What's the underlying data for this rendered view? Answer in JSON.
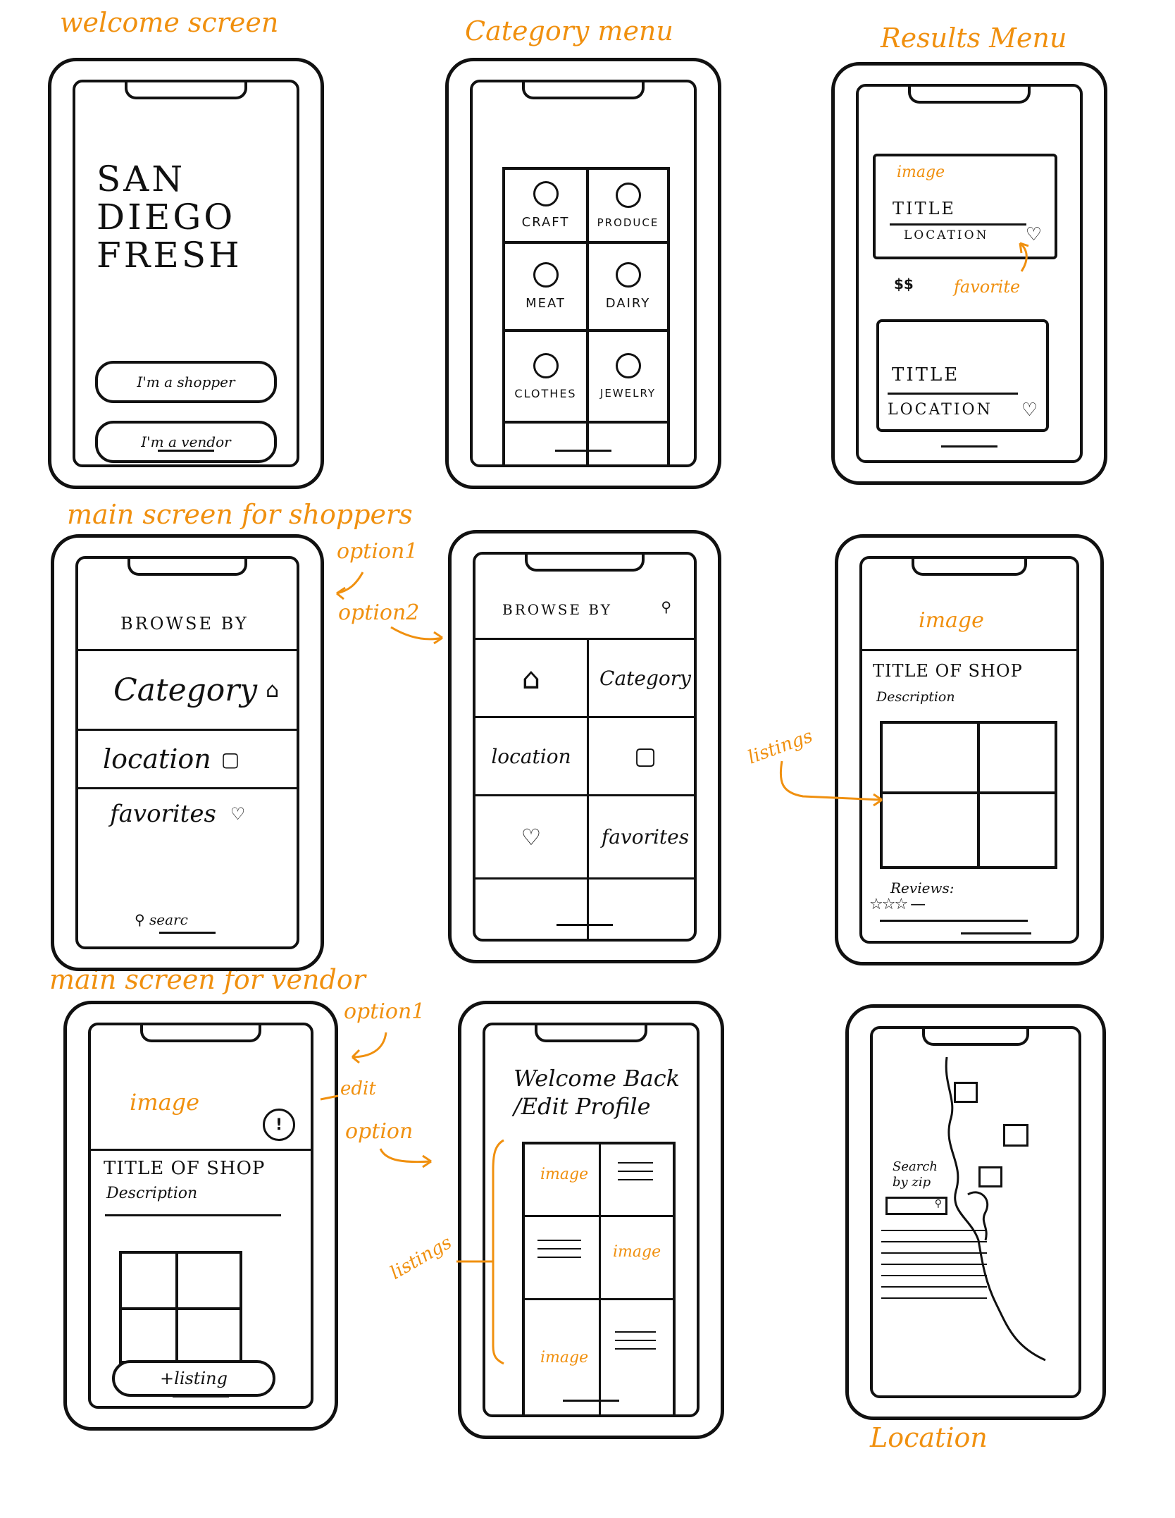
{
  "labels": {
    "welcome": "welcome screen",
    "category": "Category menu",
    "results": "Results Menu",
    "main_shoppers": "main screen for shoppers",
    "main_vendor": "main screen for vendor",
    "location": "Location"
  },
  "welcome": {
    "logo_line1": "SAN",
    "logo_line2": "DIEGO",
    "logo_line3": "FRESH",
    "shopper_button": "I'm a shopper",
    "vendor_button": "I'm a vendor"
  },
  "category": {
    "items": [
      "CRAFT",
      "PRODUCE",
      "MEAT",
      "DAIRY",
      "CLOTHES",
      "JEWELRY"
    ]
  },
  "results": {
    "image": "image",
    "title": "TITLE",
    "location": "LOCATION",
    "price": "$$",
    "favorite_note": "favorite",
    "title2": "TITLE",
    "location2": "LOCATION"
  },
  "shoppers_opt1": {
    "header": "BROWSE BY",
    "category": "Category",
    "location": "location",
    "favorites": "favorites",
    "search": "searc"
  },
  "shoppers_opt2": {
    "header": "BROWSE BY",
    "category": "Category",
    "location": "location",
    "favorites": "favorites"
  },
  "annotations": {
    "option1": "option1",
    "option2": "option2",
    "listings": "listings",
    "option1_vendor": "option1",
    "edit": "edit",
    "option_vendor": "option",
    "listings_vendor": "listings"
  },
  "shop_view": {
    "image": "image",
    "title": "TITLE OF SHOP",
    "description": "Description",
    "reviews": "Reviews:"
  },
  "vendor_opt1": {
    "image": "image",
    "title": "TITLE OF SHOP",
    "description": "Description",
    "add_listing": "+listing"
  },
  "vendor_opt2": {
    "heading_line1": "Welcome Back",
    "heading_line2": "/Edit Profile",
    "image_label": "image"
  },
  "location_screen": {
    "search_line1": "Search",
    "search_line2": "by zip"
  }
}
